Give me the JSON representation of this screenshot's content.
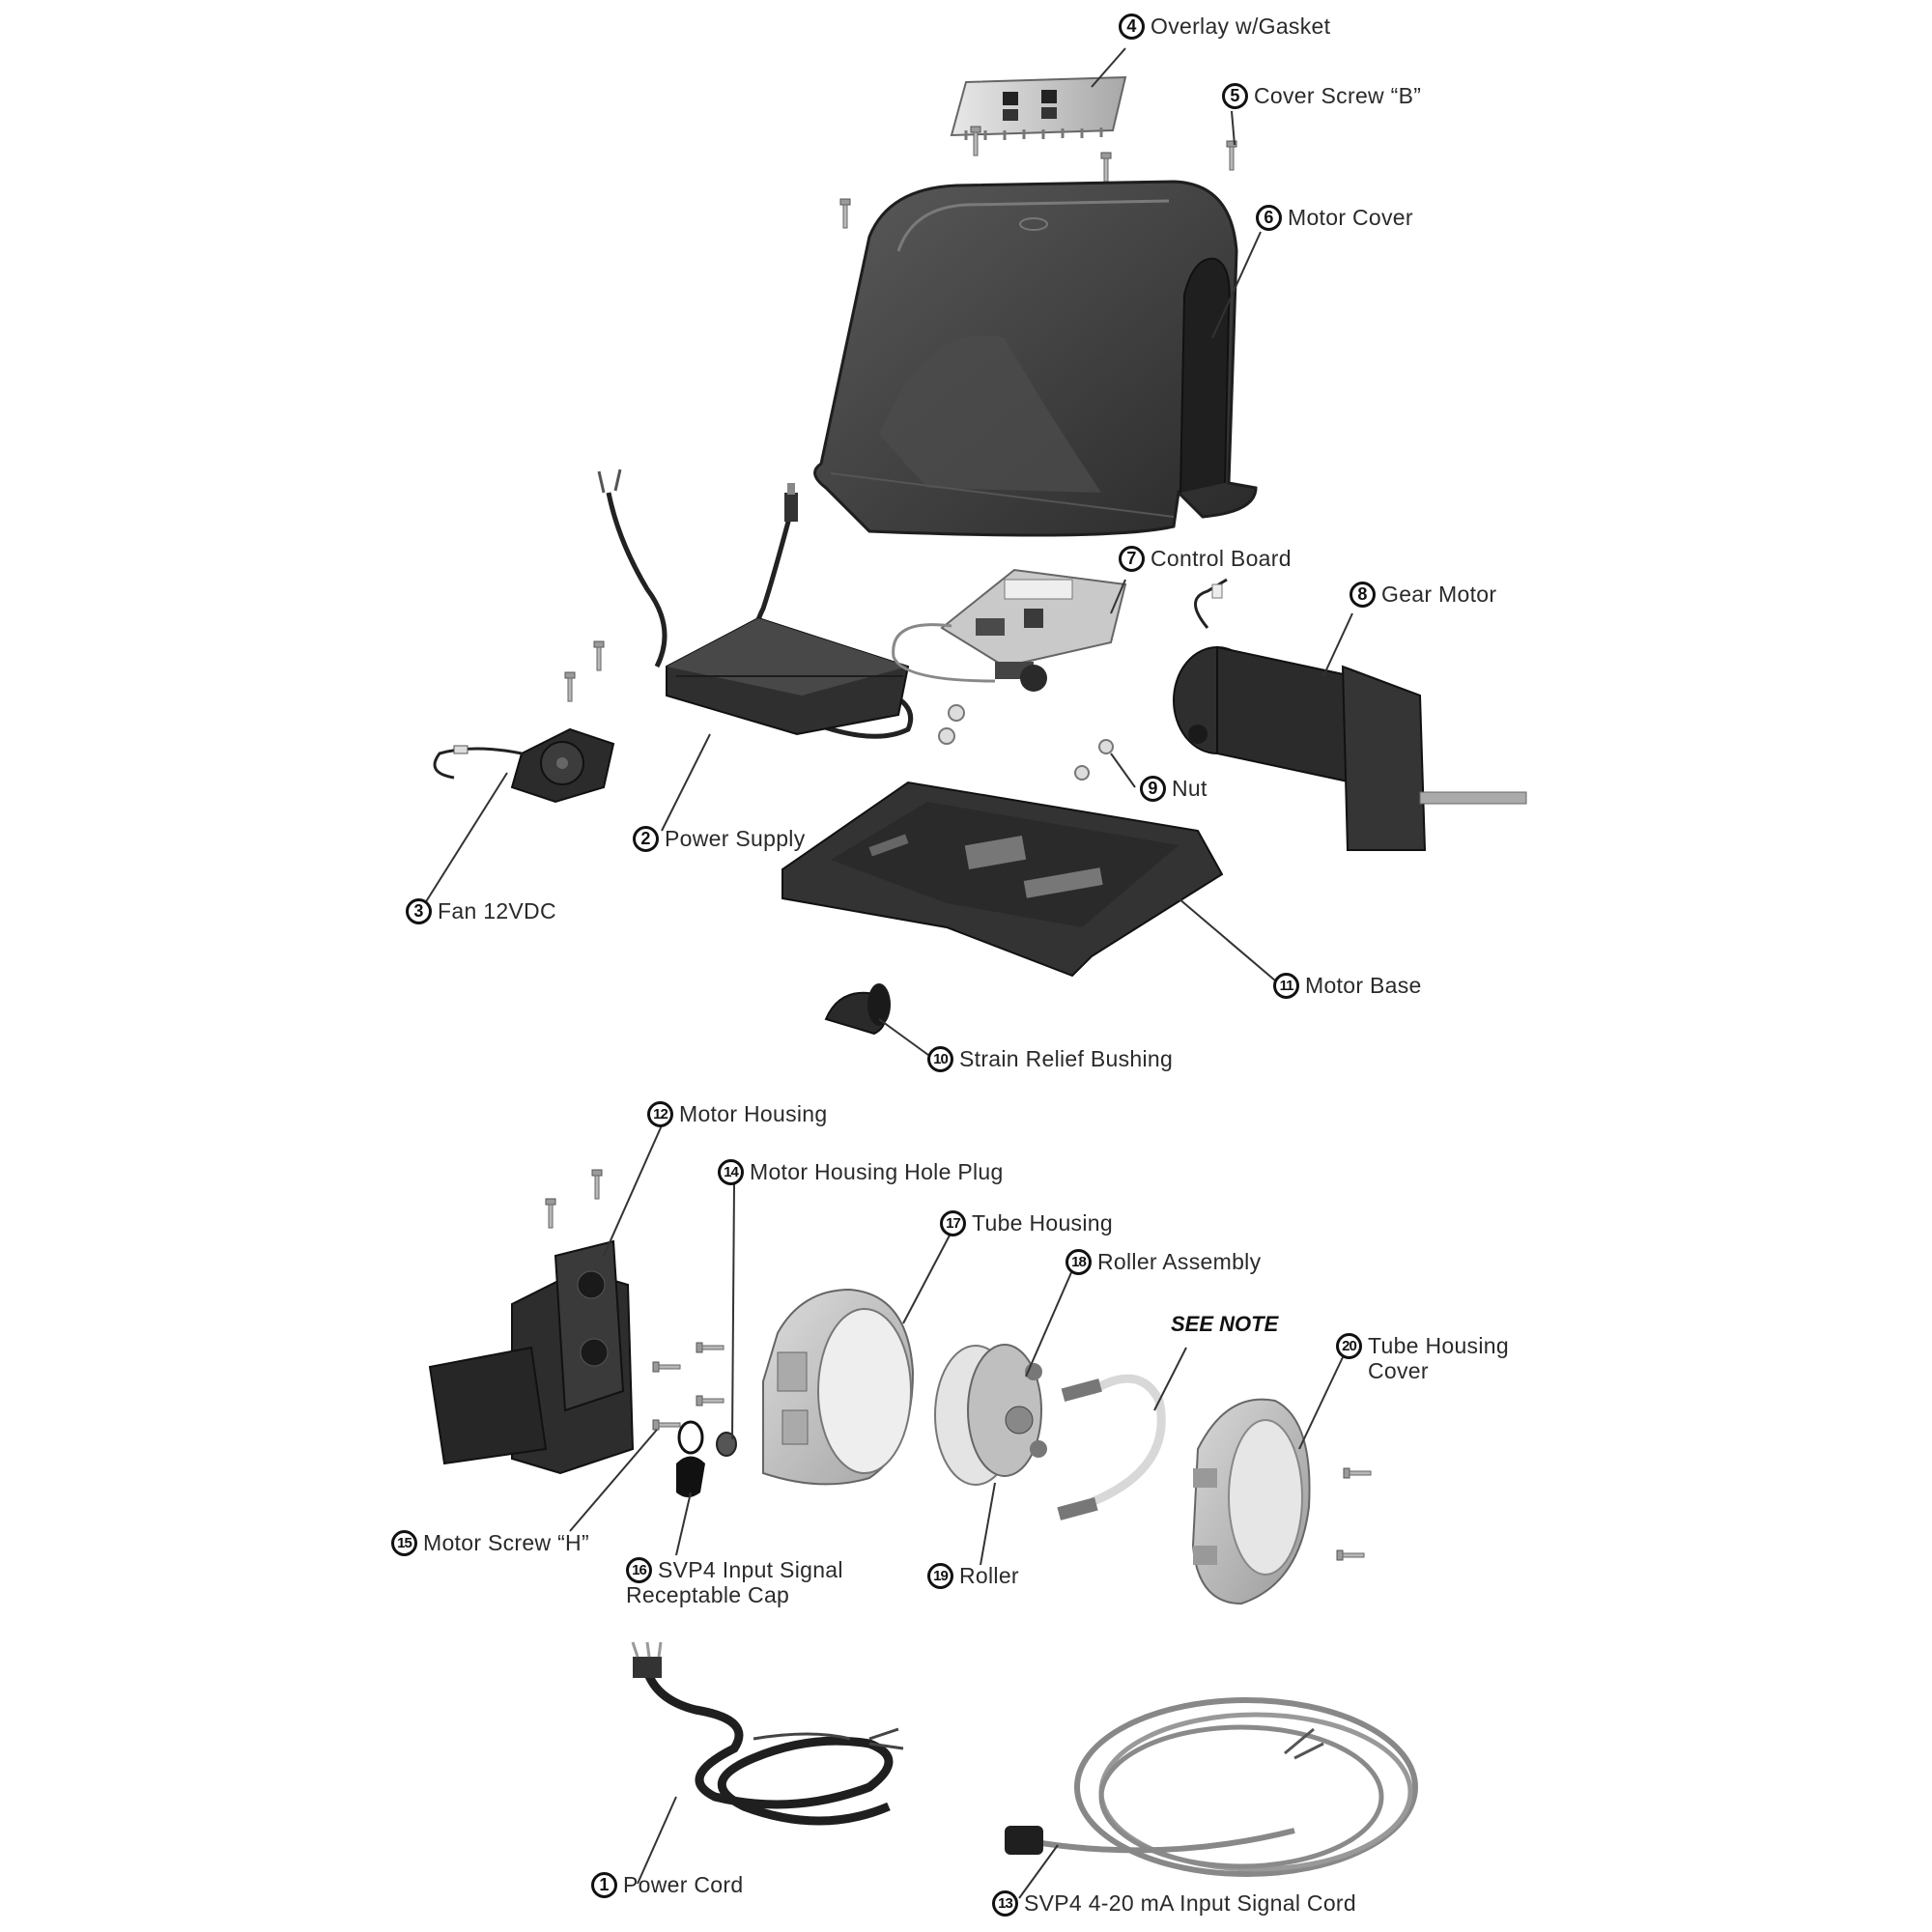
{
  "parts": [
    {
      "num": "1",
      "name": "Power Cord"
    },
    {
      "num": "2",
      "name": "Power Supply"
    },
    {
      "num": "3",
      "name": "Fan 12VDC"
    },
    {
      "num": "4",
      "name": "Overlay w/Gasket"
    },
    {
      "num": "5",
      "name": "Cover Screw “B”"
    },
    {
      "num": "6",
      "name": "Motor Cover"
    },
    {
      "num": "7",
      "name": "Control Board"
    },
    {
      "num": "8",
      "name": "Gear Motor"
    },
    {
      "num": "9",
      "name": "Nut"
    },
    {
      "num": "10",
      "name": "Strain Relief Bushing"
    },
    {
      "num": "11",
      "name": "Motor Base"
    },
    {
      "num": "12",
      "name": "Motor Housing"
    },
    {
      "num": "13",
      "name": "SVP4 4-20 mA Input Signal Cord"
    },
    {
      "num": "14",
      "name": "Motor Housing Hole Plug"
    },
    {
      "num": "15",
      "name": "Motor Screw “H”"
    },
    {
      "num": "16",
      "name": "SVP4 Input Signal",
      "name2": "Receptable Cap"
    },
    {
      "num": "17",
      "name": "Tube Housing"
    },
    {
      "num": "18",
      "name": "Roller Assembly"
    },
    {
      "num": "19",
      "name": "Roller"
    },
    {
      "num": "20",
      "name": "Tube Housing",
      "name2": "Cover"
    }
  ],
  "note": "SEE NOTE",
  "colors": {
    "part_dark": "#3a3a3a",
    "part_mid": "#6e6e6e",
    "part_light": "#cfcfcf",
    "leader": "#333333"
  }
}
